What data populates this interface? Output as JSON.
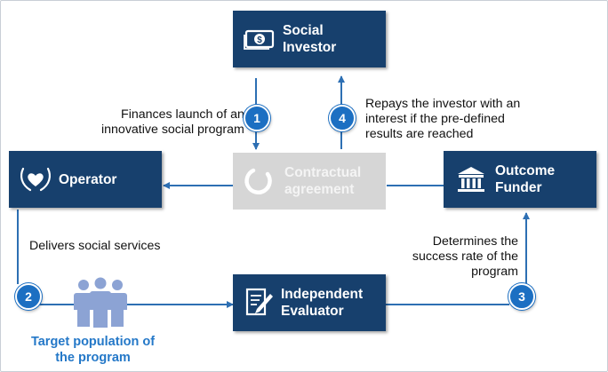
{
  "nodes": {
    "investor": {
      "line1": "Social",
      "line2": "Investor",
      "icon": "money-icon"
    },
    "agreement": {
      "line1": "Contractual",
      "line2": "agreement",
      "icon": "circular-arrow-icon"
    },
    "operator": {
      "label": "Operator",
      "icon": "hands-heart-icon"
    },
    "funder": {
      "line1": "Outcome",
      "line2": "Funder",
      "icon": "government-building-icon"
    },
    "evaluator": {
      "line1": "Independent",
      "line2": "Evaluator",
      "icon": "document-pen-icon"
    },
    "target": {
      "line1": "Target population of",
      "line2": "the program",
      "icon": "people-group-icon"
    }
  },
  "steps": [
    {
      "number": "1",
      "lines": [
        "Finances launch of an",
        "innovative social program"
      ]
    },
    {
      "number": "2",
      "lines": [
        "Delivers social services"
      ]
    },
    {
      "number": "3",
      "lines": [
        "Determines the",
        "success rate of the",
        "program"
      ]
    },
    {
      "number": "4",
      "lines": [
        "Repays the investor with an",
        "interest if the pre-defined",
        "results are reached"
      ]
    }
  ],
  "colors": {
    "box": "#17406d",
    "badge": "#1c6fc2",
    "arrow": "#2d6fb3",
    "target_text": "#2478c8",
    "people": "#8ca3d4",
    "agreement_box": "#d6d6d6"
  }
}
